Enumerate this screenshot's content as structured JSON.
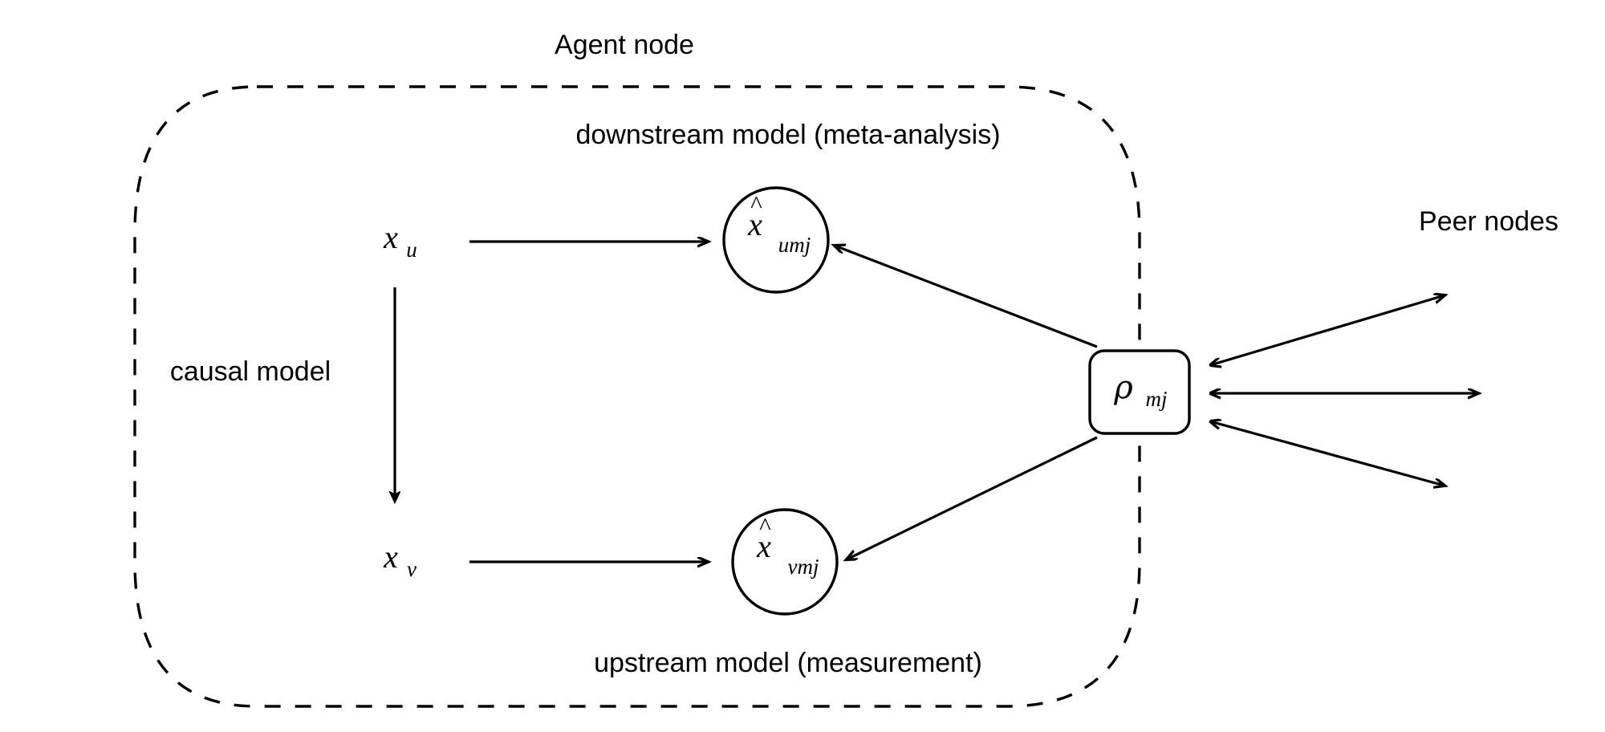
{
  "figure": {
    "title": "Agent node",
    "background_color": "#ffffff",
    "line_color": "#000000"
  },
  "labels": {
    "agent_node": "Agent node",
    "downstream_model": "downstream model (meta-analysis)",
    "upstream_model": "upstream model (measurement)",
    "causal_model": "causal model",
    "peer_nodes": "Peer nodes"
  },
  "nodes": {
    "x_u": {
      "base": "x",
      "sub": "u"
    },
    "x_v": {
      "base": "x",
      "sub": "v"
    },
    "x_hat_umj": {
      "base": "x",
      "hat": "^",
      "sub": "umj"
    },
    "x_hat_vmj": {
      "base": "x",
      "hat": "^",
      "sub": "vmj"
    },
    "rho_mj": {
      "base": "ρ",
      "sub": "mj"
    }
  },
  "edges": [
    {
      "id": "xu-to-xhatumj",
      "from": "x_u",
      "to": "x_hat_umj",
      "style": "solid",
      "arrow": "single"
    },
    {
      "id": "xv-to-xhatvmj",
      "from": "x_v",
      "to": "x_hat_vmj",
      "style": "solid",
      "arrow": "single"
    },
    {
      "id": "xu-to-xv",
      "from": "x_u",
      "to": "x_v",
      "style": "solid",
      "arrow": "single"
    },
    {
      "id": "rho-to-xhatumj",
      "from": "rho_mj",
      "to": "x_hat_umj",
      "style": "solid",
      "arrow": "single"
    },
    {
      "id": "rho-to-xhatvmj",
      "from": "rho_mj",
      "to": "x_hat_vmj",
      "style": "solid",
      "arrow": "single"
    },
    {
      "id": "rho-peer-up",
      "from": "rho_mj",
      "to": "peer_nodes",
      "style": "solid",
      "arrow": "double"
    },
    {
      "id": "rho-peer-mid",
      "from": "rho_mj",
      "to": "peer_nodes",
      "style": "solid",
      "arrow": "double"
    },
    {
      "id": "rho-peer-down",
      "from": "rho_mj",
      "to": "peer_nodes",
      "style": "solid",
      "arrow": "double"
    }
  ],
  "boundary": {
    "name": "agent-node-boundary",
    "style": "dashed",
    "shape": "rounded-rectangle"
  }
}
